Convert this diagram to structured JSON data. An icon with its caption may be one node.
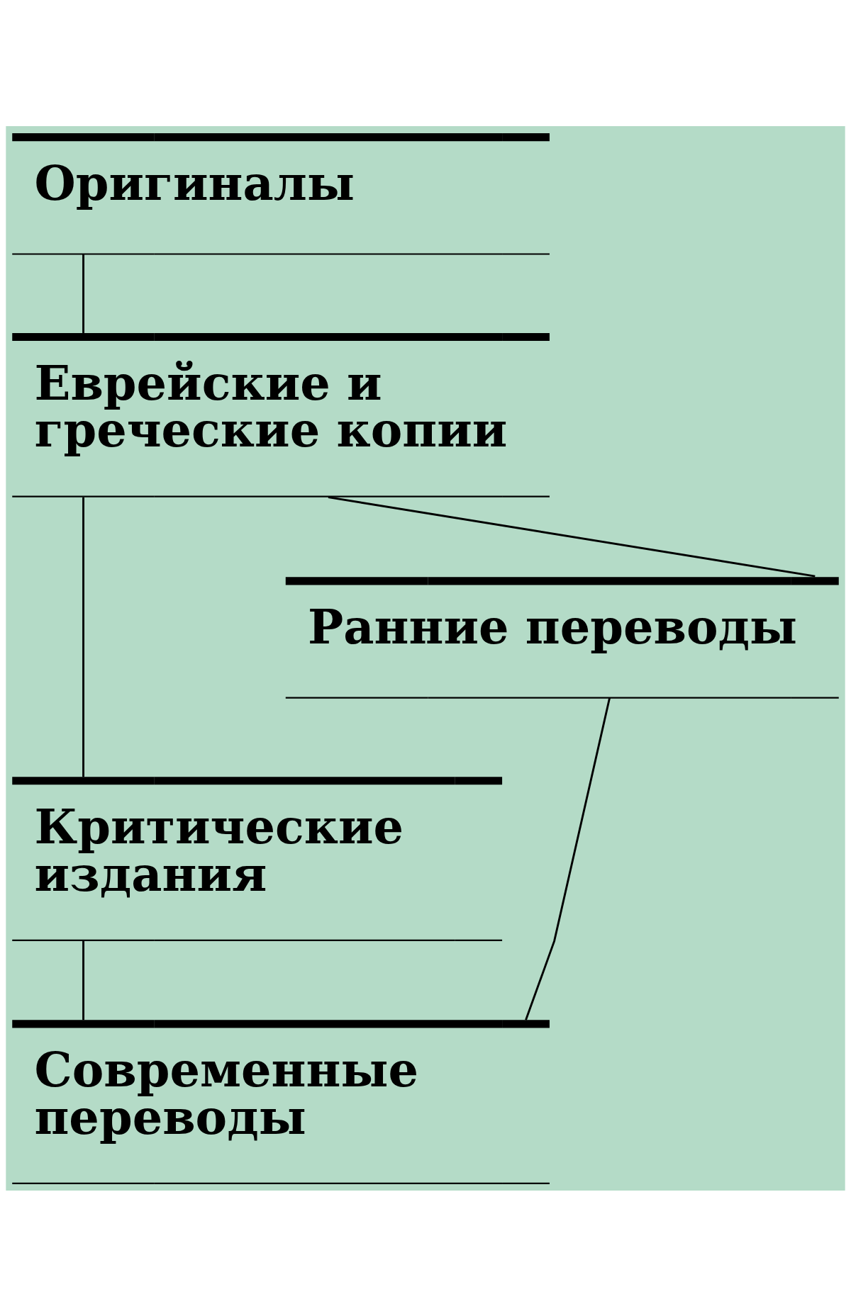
{
  "diagram": {
    "nodes": [
      {
        "text": [
          "Оригиналы"
        ]
      },
      {
        "text": [
          "Еврейские и греческие копии"
        ]
      },
      {
        "text": [
          "Ранние переводы"
        ]
      },
      {
        "text": [
          "Критические издания"
        ]
      },
      {
        "text": [
          "Современные переводы"
        ]
      }
    ],
    "edges": [
      {
        "from": 0,
        "to": 1,
        "arrow": "none"
      },
      {
        "from": 1,
        "to": 3,
        "arrow": "none"
      },
      {
        "from": 1,
        "to": 2,
        "arrow": "none"
      },
      {
        "from": 2,
        "to": 4,
        "arrow": "none"
      },
      {
        "from": 3,
        "to": 4,
        "arrow": "none"
      }
    ]
  }
}
